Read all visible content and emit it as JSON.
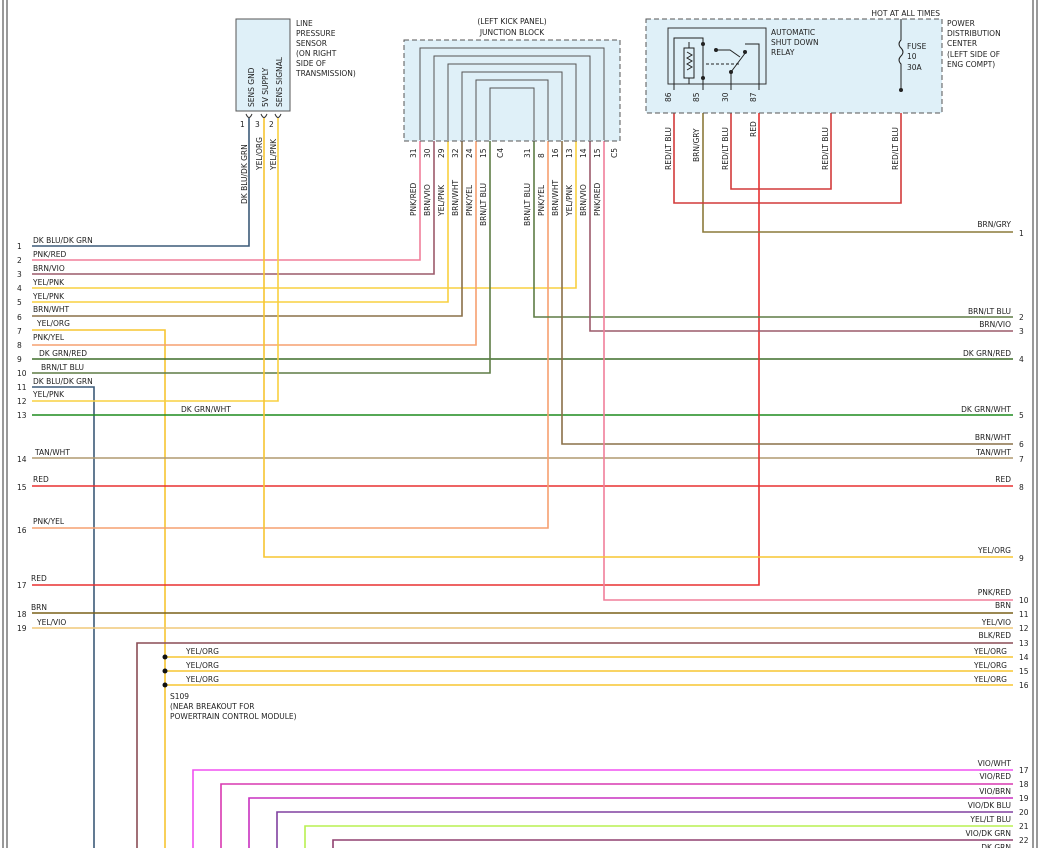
{
  "components": {
    "sensor": {
      "title": [
        "LINE",
        "PRESSURE",
        "SENSOR",
        "(ON RIGHT",
        "SIDE OF",
        "TRANSMISSION)"
      ],
      "pins": [
        {
          "label": "SENS GND",
          "num": "1",
          "color": "DK BLU/DK GRN"
        },
        {
          "label": "5V SUPPLY",
          "num": "3",
          "color": "YEL/ORG"
        },
        {
          "label": "SENS SIGNAL",
          "num": "2",
          "color": "YEL/PNK"
        }
      ]
    },
    "junction": {
      "title": [
        "(LEFT KICK PANEL)",
        "JUNCTION BLOCK"
      ],
      "left_connector": "C4",
      "right_connector": "C5",
      "left_pins": [
        {
          "num": "31",
          "color": "PNK/RED"
        },
        {
          "num": "30",
          "color": "BRN/VIO"
        },
        {
          "num": "29",
          "color": "YEL/PNK"
        },
        {
          "num": "32",
          "color": "BRN/WHT"
        },
        {
          "num": "24",
          "color": "PNK/YEL"
        },
        {
          "num": "15",
          "color": "BRN/LT BLU"
        }
      ],
      "right_pins": [
        {
          "num": "31",
          "color": "BRN/LT BLU"
        },
        {
          "num": "8",
          "color": "PNK/YEL"
        },
        {
          "num": "16",
          "color": "BRN/WHT"
        },
        {
          "num": "13",
          "color": "YEL/PNK"
        },
        {
          "num": "14",
          "color": "BRN/VIO"
        },
        {
          "num": "15",
          "color": "PNK/RED"
        }
      ]
    },
    "pdc": {
      "hot_label": "HOT AT ALL TIMES",
      "title": [
        "POWER",
        "DISTRIBUTION",
        "CENTER",
        "(LEFT SIDE OF",
        "ENG COMPT)"
      ],
      "relay_title": [
        "AUTOMATIC",
        "SHUT DOWN",
        "RELAY"
      ],
      "fuse": [
        "FUSE",
        "10",
        "30A"
      ],
      "pins": [
        {
          "num": "86",
          "color": "RED/LT BLU"
        },
        {
          "num": "85",
          "color": "BRN/GRY"
        },
        {
          "num": "30",
          "color": "RED/LT BLU"
        },
        {
          "num": "87",
          "color": "RED"
        }
      ],
      "supply_color": "RED/LT BLU",
      "supply_color_2": "RED/LT BLU"
    },
    "splice": {
      "title": [
        "S109",
        "(NEAR BREAKOUT FOR",
        "POWERTRAIN CONTROL MODULE)"
      ]
    }
  },
  "left_pins": [
    {
      "num": "1",
      "color": "DK BLU/DK GRN"
    },
    {
      "num": "2",
      "color": "PNK/RED"
    },
    {
      "num": "3",
      "color": "BRN/VIO"
    },
    {
      "num": "4",
      "color": "YEL/PNK"
    },
    {
      "num": "5",
      "color": "YEL/PNK"
    },
    {
      "num": "6",
      "color": "BRN/WHT"
    },
    {
      "num": "7",
      "color": "YEL/ORG"
    },
    {
      "num": "8",
      "color": "PNK/YEL"
    },
    {
      "num": "9",
      "color": "DK GRN/RED"
    },
    {
      "num": "10",
      "color": "BRN/LT BLU"
    },
    {
      "num": "11",
      "color": "DK BLU/DK GRN"
    },
    {
      "num": "12",
      "color": "YEL/PNK"
    },
    {
      "num": "13",
      "color": "DK GRN/WHT"
    },
    {
      "num": "14",
      "color": "TAN/WHT"
    },
    {
      "num": "15",
      "color": "RED"
    },
    {
      "num": "16",
      "color": "PNK/YEL"
    },
    {
      "num": "17",
      "color": "RED"
    },
    {
      "num": "18",
      "color": "BRN"
    },
    {
      "num": "19",
      "color": "YEL/VIO"
    }
  ],
  "right_pins": [
    {
      "num": "1",
      "color": "BRN/GRY"
    },
    {
      "num": "2",
      "color": "BRN/LT BLU"
    },
    {
      "num": "3",
      "color": "BRN/VIO"
    },
    {
      "num": "4",
      "color": "DK GRN/RED"
    },
    {
      "num": "5",
      "color": "DK GRN/WHT"
    },
    {
      "num": "6",
      "color": "BRN/WHT"
    },
    {
      "num": "7",
      "color": "TAN/WHT"
    },
    {
      "num": "8",
      "color": "RED"
    },
    {
      "num": "9",
      "color": "YEL/ORG"
    },
    {
      "num": "10",
      "color": "PNK/RED"
    },
    {
      "num": "11",
      "color": "BRN"
    },
    {
      "num": "12",
      "color": "YEL/VIO"
    },
    {
      "num": "13",
      "color": "BLK/RED"
    },
    {
      "num": "14",
      "color": "YEL/ORG"
    },
    {
      "num": "15",
      "color": "YEL/ORG"
    },
    {
      "num": "16",
      "color": "YEL/ORG"
    },
    {
      "num": "17",
      "color": "VIO/WHT"
    },
    {
      "num": "18",
      "color": "VIO/RED"
    },
    {
      "num": "19",
      "color": "VIO/BRN"
    },
    {
      "num": "20",
      "color": "VIO/DK BLU"
    },
    {
      "num": "21",
      "color": "YEL/LT BLU"
    },
    {
      "num": "22",
      "color": "VIO/DK GRN"
    },
    {
      "num": "",
      "color": "DK GRN"
    }
  ],
  "splice_branches": [
    {
      "color": "YEL/ORG"
    },
    {
      "color": "YEL/ORG"
    },
    {
      "color": "YEL/ORG"
    }
  ],
  "wire_colors": {
    "dkblu_dkgrn": "#3c5a78",
    "pnk_red": "#f07f9a",
    "brn_vio": "#9c5a6a",
    "yel_pnk": "#f8d040",
    "brn_wht": "#8a7048",
    "yel_org": "#f7c531",
    "pnk_yel": "#f6a070",
    "dkgrn_red": "#3f6f2a",
    "brn_ltblu": "#5e7c45",
    "dkgrn_wht": "#1f8c1f",
    "tan_wht": "#b09a70",
    "red": "#e83030",
    "brn": "#7a6018",
    "yel_vio": "#f0c878",
    "blk_red": "#8a4c55",
    "vio_wht": "#f050f0",
    "vio_red": "#d838b0",
    "vio_brn": "#c830c0",
    "vio_dkblu": "#8040a0",
    "yel_ltblu": "#b8f050",
    "vio_dkgrn": "#904070",
    "red_ltblu": "#d23a3a",
    "brn_gry": "#8c7a3a",
    "box_fill": "#dff0f8"
  }
}
